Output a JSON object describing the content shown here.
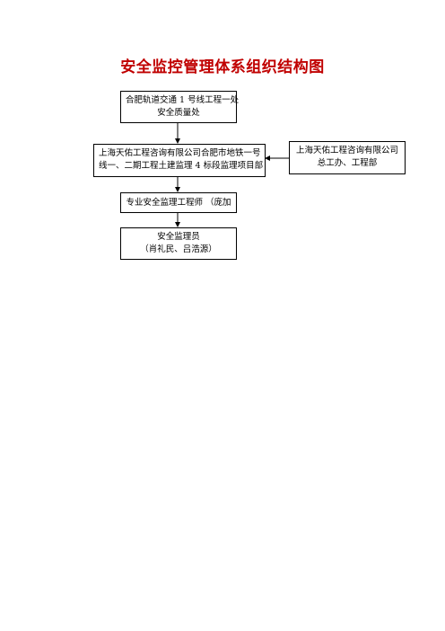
{
  "title": "安全监控管理体系组织结构图",
  "boxes": {
    "owner": [
      "合肥轨道交通 1 号线工程一处",
      "安全质量处"
    ],
    "project": [
      "上海天佑工程咨询有限公司合肥市地铁一号",
      "线一、二期工程土建监理 4 标段监理项目部"
    ],
    "hq": [
      "上海天佑工程咨询有限公司",
      "总工办、工程部"
    ],
    "engineer": [
      "专业安全监理工程师 （庞加"
    ],
    "inspector": [
      "安全监理员",
      "（肖礼民、吕浩源）"
    ]
  }
}
